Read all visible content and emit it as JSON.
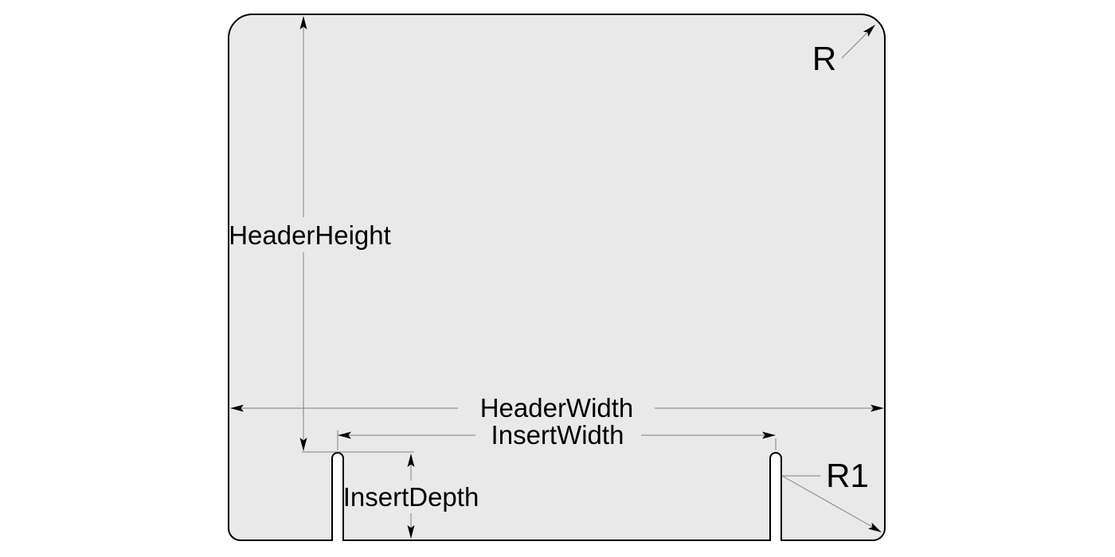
{
  "diagram": {
    "type": "engineering-drawing",
    "description": "Dimensioned sketch of a header panel with two bottom insert slots",
    "labels": {
      "header_height": "HeaderHeight",
      "header_width": "HeaderWidth",
      "insert_width": "InsertWidth",
      "insert_depth": "InsertDepth",
      "corner_radius": "R",
      "slot_radius": "R1"
    },
    "colors": {
      "background": "#ffffff",
      "shape_fill": "#e9e9e9",
      "shape_outline": "#000000",
      "dimension_line": "#808080",
      "arrow_fill": "#000000",
      "text": "#000000"
    }
  }
}
